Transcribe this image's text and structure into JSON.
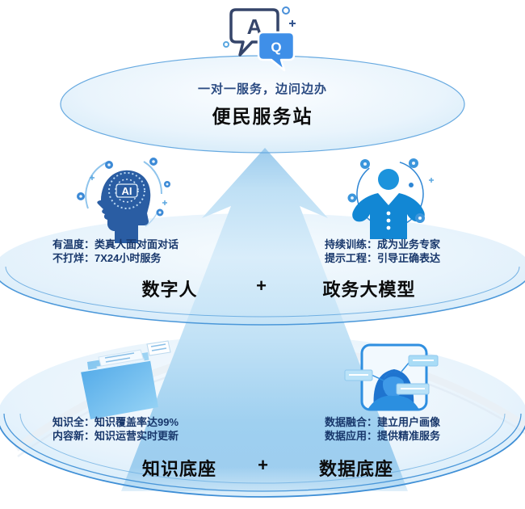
{
  "top_layer": {
    "icon": {
      "answer_letter": "A",
      "question_letter": "Q"
    },
    "subtitle": "一对一服务，边问边办",
    "title": "便民服务站"
  },
  "middle_layer": {
    "left_feature": {
      "icon_label": "AI",
      "lines": [
        "有温度：类真人面对面对话",
        "不打烊：7X24小时服务"
      ]
    },
    "right_feature": {
      "lines": [
        "持续训练：成为业务专家",
        "提示工程：引导正确表达"
      ]
    },
    "label_left": "数字人",
    "plus": "+",
    "label_right": "政务大模型"
  },
  "bottom_layer": {
    "left_feature": {
      "lines": [
        "知识全：知识覆盖率达99%",
        "内容新：知识运营实时更新"
      ]
    },
    "right_feature": {
      "lines": [
        "数据融合：建立用户画像",
        "数据应用：提供精准服务"
      ]
    },
    "label_left": "知识底座",
    "plus": "+",
    "label_right": "数据底座"
  },
  "colors": {
    "accent_blue": "#2f86d4",
    "bubble_blue": "#3f8fe8",
    "navy_outline": "#35456a",
    "detail_text": "#18376b",
    "label_text": "#0b0b0b",
    "arrow_light": "#d9edfa",
    "arrow_deep": "#8cc5ec",
    "platter_edge": "#4a97d9"
  }
}
